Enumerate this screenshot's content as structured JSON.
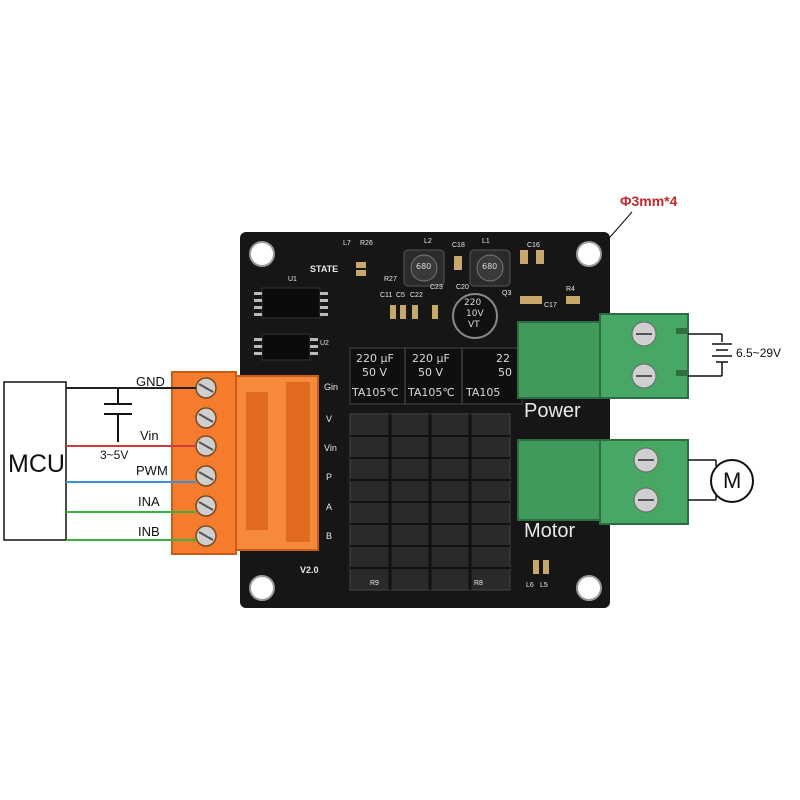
{
  "mcu": {
    "label": "MCU"
  },
  "wires": [
    {
      "label": "GND",
      "color": "#222222"
    },
    {
      "label": "Vin",
      "color": "#d23b3b"
    },
    {
      "label": "PWM",
      "color": "#3a8fd6"
    },
    {
      "label": "INA",
      "color": "#3cb043"
    },
    {
      "label": "INB",
      "color": "#3cb043"
    }
  ],
  "logic_voltage": "3~5V",
  "mounting_hole_note": "Φ3mm*4",
  "power_supply": {
    "terminal_label": "Power",
    "voltage": "6.5~29V"
  },
  "motor": {
    "terminal_label": "Motor",
    "symbol": "M"
  },
  "pin_labels": [
    "Gin",
    "V",
    "Vin",
    "P",
    "A",
    "B"
  ],
  "board": {
    "version": "V2.0",
    "state_label": "STATE",
    "components": [
      "L7",
      "R26",
      "L2",
      "C18",
      "L1",
      "C16",
      "U1",
      "R27",
      "C23",
      "C20",
      "C17",
      "R4",
      "C11",
      "C5",
      "C22",
      "Q3",
      "U2",
      "R9",
      "R8",
      "L6",
      "L5"
    ],
    "inductor_value": "680",
    "capacitor_small": {
      "value": "220",
      "voltage": "10V",
      "code": "VT"
    },
    "capacitors_large": [
      {
        "capacitance": "220 µF",
        "voltage": "50 V",
        "rating": "TA105℃"
      },
      {
        "capacitance": "220 µF",
        "voltage": "50 V",
        "rating": "TA105℃"
      },
      {
        "capacitance": "22",
        "voltage": "50",
        "rating": "TA105"
      }
    ]
  },
  "colors": {
    "pcb": "#161616",
    "orange_terminal": "#f47c2c",
    "green_terminal": "#3f9a5b",
    "heatsink": "#2a2a2a",
    "accent_red": "#c0282d"
  }
}
